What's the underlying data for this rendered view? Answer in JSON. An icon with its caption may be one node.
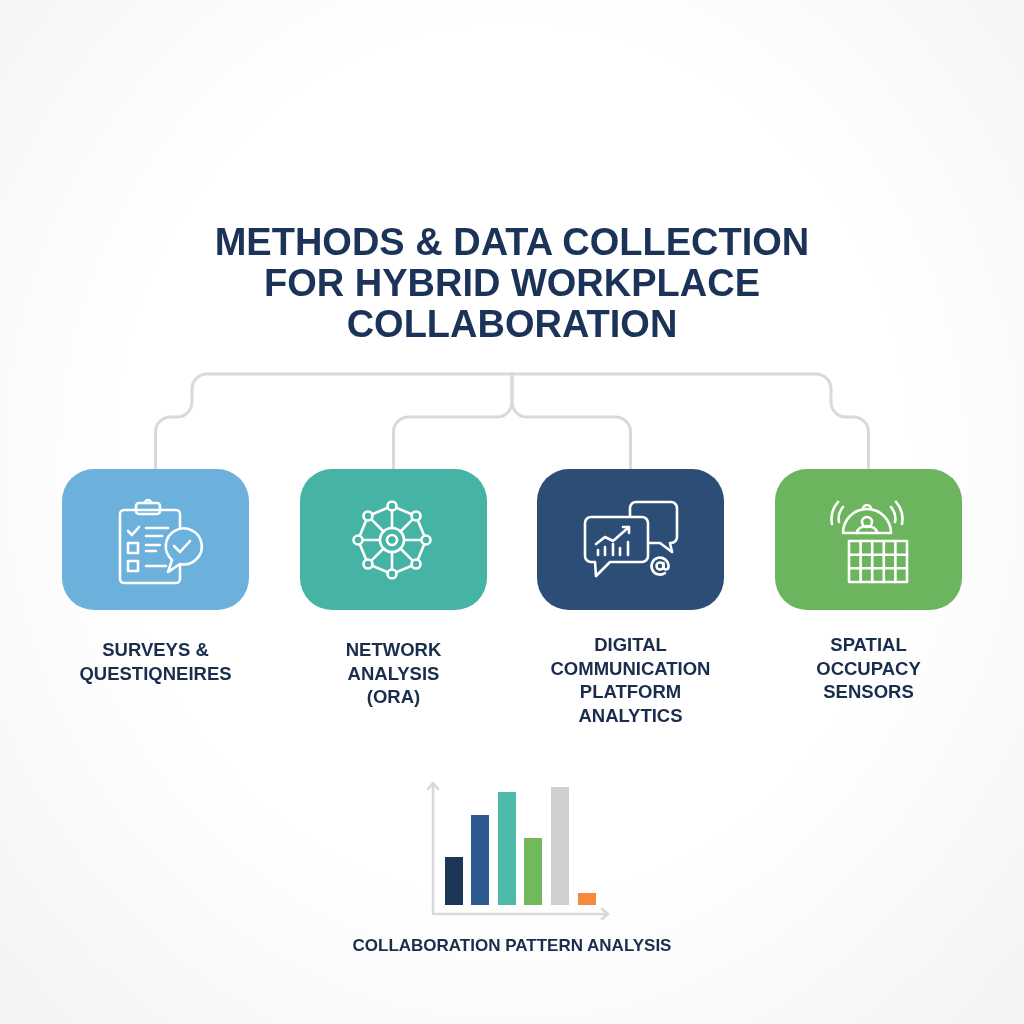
{
  "diagram": {
    "title": "METHODS & DATA COLLECTION FOR HYBRID WORKPLACE COLLABORATION",
    "nodes": [
      {
        "text": [
          "SURVEYS & QUESTIQNEIRES"
        ]
      },
      {
        "text": [
          "NETWORK ANALYSIS (ORA)"
        ]
      },
      {
        "text": [
          "DIGITAL COMMUNICATION PLATFORM ANALYTICS"
        ]
      },
      {
        "text": [
          "SPATIAL OCCUPACY SENSORS"
        ]
      }
    ],
    "edges": [
      {
        "from": null,
        "to": 0,
        "arrow": "none"
      },
      {
        "from": null,
        "to": 1,
        "arrow": "none"
      },
      {
        "from": null,
        "to": 2,
        "arrow": "none"
      },
      {
        "from": null,
        "to": 3,
        "arrow": "none"
      }
    ],
    "labels": [
      "COLLABORATION PATTERN ANALYSIS"
    ]
  }
}
